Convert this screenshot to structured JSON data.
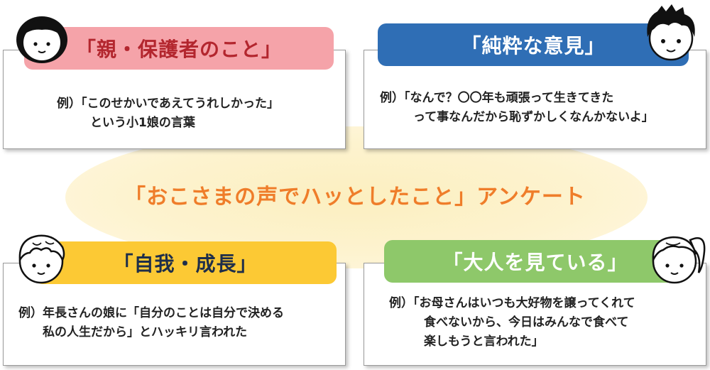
{
  "main_title": "「おこさまの声でハッとしたこと」アンケート",
  "colors": {
    "pink": "#f5a3a9",
    "blue": "#2f6eb5",
    "yellow": "#fcc934",
    "green": "#8ec86a",
    "orange": "#ef7d2a"
  },
  "categories": [
    {
      "id": "parents",
      "label": "「親・保護者のこと」",
      "example_lines": [
        "例）「このせかいであえてうれしかった」",
        "という小1娘の言葉"
      ],
      "icon": "girl-face-icon"
    },
    {
      "id": "honest",
      "label": "「純粋な意見」",
      "example_lines": [
        "例）「なんで？〇〇年も頑張って生きてきた",
        "って事なんだから恥ずかしくなんかないよ」"
      ],
      "icon": "boy-face-icon"
    },
    {
      "id": "self",
      "label": "「自我・成長」",
      "example_lines": [
        "例）年長さんの娘に「自分のことは自分で決める",
        "私の人生だから」とハッキリ言われた"
      ],
      "icon": "child-face-icon"
    },
    {
      "id": "adults",
      "label": "「大人を見ている」",
      "example_lines": [
        "例）「お母さんはいつも大好物を譲ってくれて",
        "食べないから、今日はみんなで食べて",
        "楽しもうと言われた」"
      ],
      "icon": "ponytail-girl-face-icon"
    }
  ]
}
